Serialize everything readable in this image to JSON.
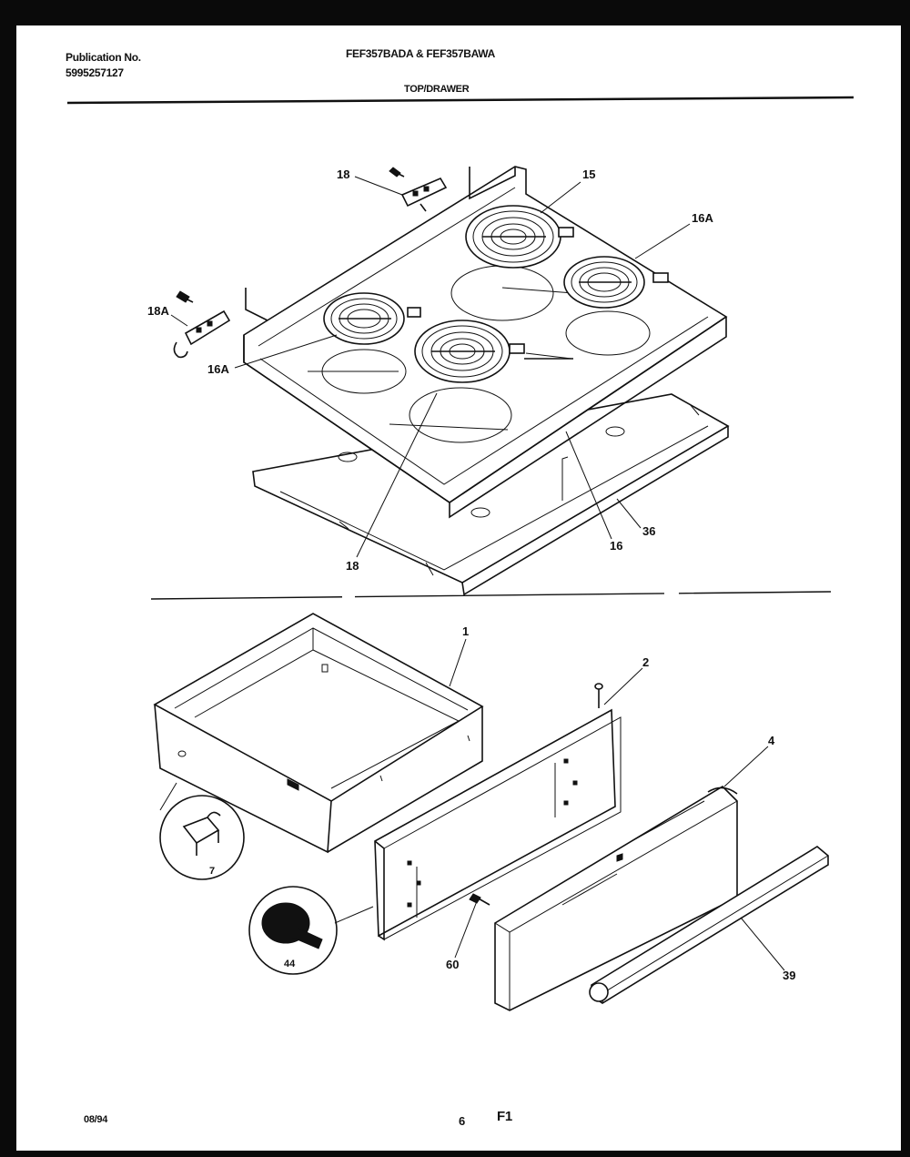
{
  "header": {
    "publication_label": "Publication No.",
    "publication_number": "5995257127",
    "models": "FEF357BADA & FEF357BAWA",
    "section_title": "TOP/DRAWER"
  },
  "footer": {
    "date": "08/94",
    "page": "6",
    "figure": "F1"
  },
  "callouts": {
    "c18_top": "18",
    "c15": "15",
    "c16a_right": "16A",
    "c18a": "18A",
    "c16a_left": "16A",
    "c36": "36",
    "c16_bottom": "16",
    "c18_bottom": "18",
    "c1": "1",
    "c2": "2",
    "c4": "4",
    "c7": "7",
    "c44": "44",
    "c60": "60",
    "c39": "39"
  }
}
